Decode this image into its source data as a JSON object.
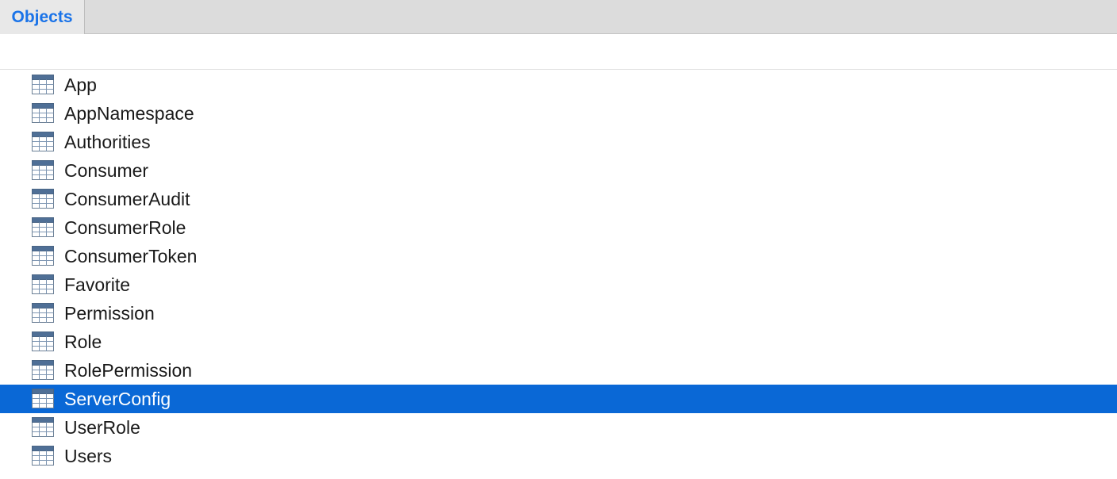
{
  "tabs": [
    {
      "label": "Objects",
      "active": true
    }
  ],
  "accent_color": "#1a73e8",
  "selection_color": "#0a68d6",
  "objects": {
    "icon": "table-icon",
    "selected": "ServerConfig",
    "items": [
      {
        "label": "App"
      },
      {
        "label": "AppNamespace"
      },
      {
        "label": "Authorities"
      },
      {
        "label": "Consumer"
      },
      {
        "label": "ConsumerAudit"
      },
      {
        "label": "ConsumerRole"
      },
      {
        "label": "ConsumerToken"
      },
      {
        "label": "Favorite"
      },
      {
        "label": "Permission"
      },
      {
        "label": "Role"
      },
      {
        "label": "RolePermission"
      },
      {
        "label": "ServerConfig"
      },
      {
        "label": "UserRole"
      },
      {
        "label": "Users"
      }
    ]
  }
}
